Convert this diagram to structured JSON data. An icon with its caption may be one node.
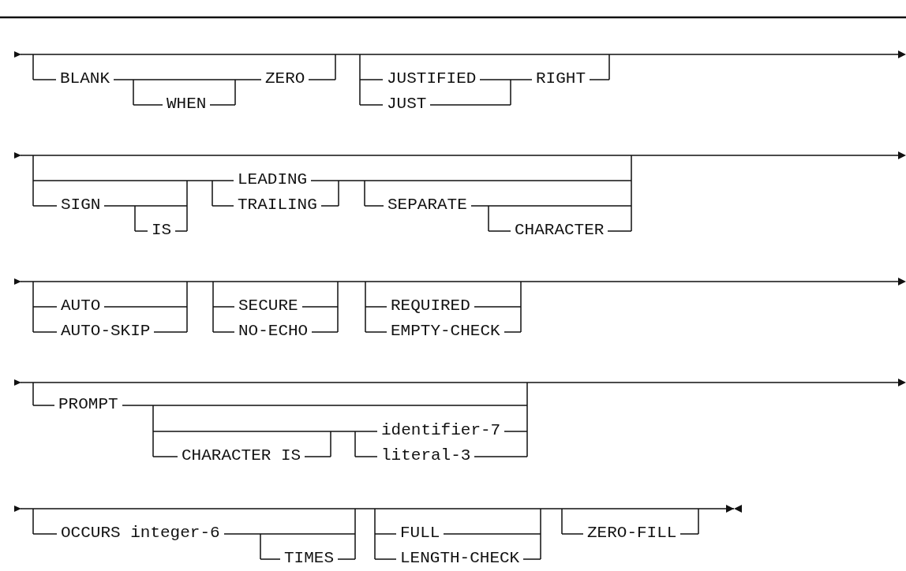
{
  "diagram": {
    "labels": [
      "BLANK",
      "WHEN",
      "ZERO",
      "JUSTIFIED",
      "JUST",
      "RIGHT",
      "SIGN",
      "IS",
      "LEADING",
      "TRAILING",
      "SEPARATE",
      "CHARACTER",
      "AUTO",
      "AUTO-SKIP",
      "SECURE",
      "NO-ECHO",
      "REQUIRED",
      "EMPTY-CHECK",
      "PROMPT",
      "CHARACTER IS",
      "identifier-7",
      "literal-3",
      "OCCURS integer-6",
      "TIMES",
      "FULL",
      "LENGTH-CHECK",
      "ZERO-FILL"
    ]
  }
}
